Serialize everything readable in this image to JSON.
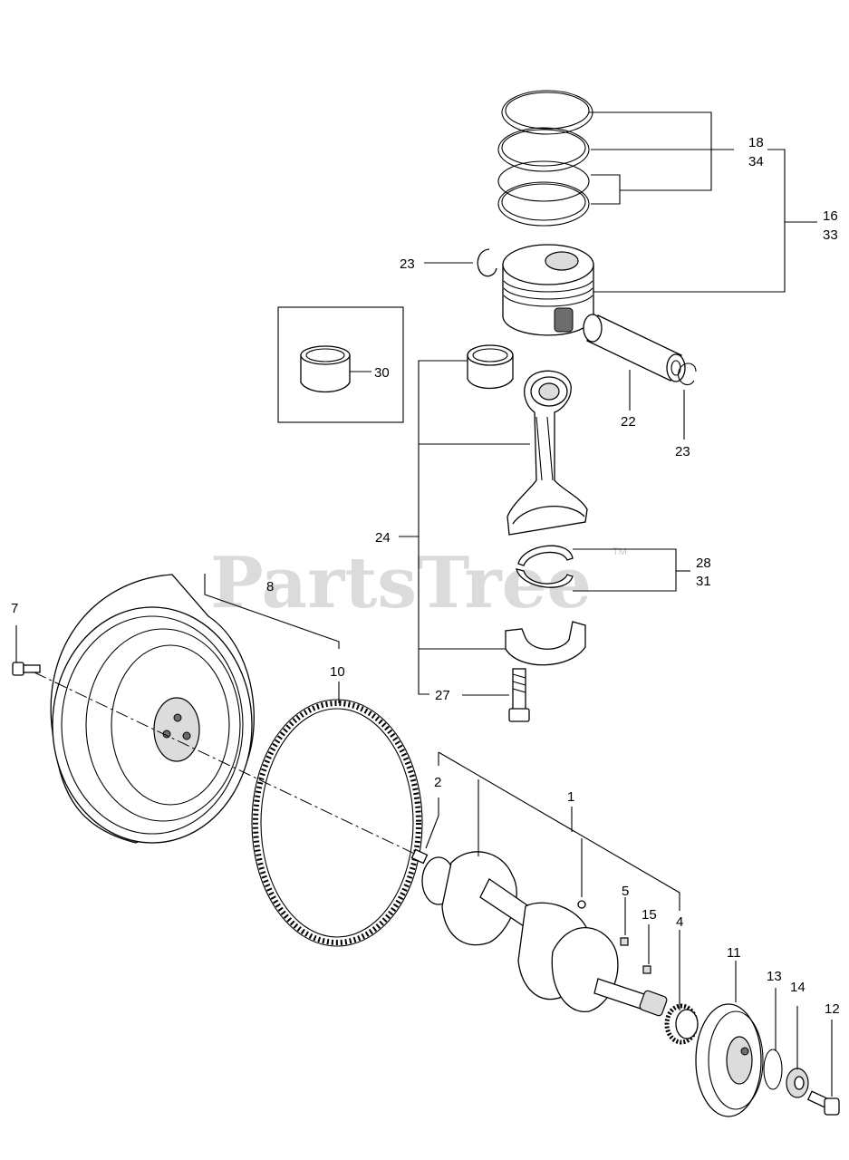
{
  "watermark": {
    "text": "PartsTree",
    "trademark": "TM"
  },
  "callouts": {
    "c1": "1",
    "c2": "2",
    "c4": "4",
    "c5": "5",
    "c7": "7",
    "c8": "8",
    "c10": "10",
    "c11": "11",
    "c12": "12",
    "c13": "13",
    "c14": "14",
    "c15": "15",
    "c16": "16",
    "c33": "33",
    "c18": "18",
    "c34": "34",
    "c22": "22",
    "c23a": "23",
    "c23b": "23",
    "c24": "24",
    "c27": "27",
    "c28": "28",
    "c31": "31",
    "c30": "30"
  },
  "parts": {
    "flywheel": "flywheel-icon",
    "ring_gear": "ring-gear-icon",
    "crankshaft": "crankshaft-icon",
    "pulley": "pulley-icon",
    "piston": "piston-icon",
    "piston_rings": "piston-ring-icon",
    "connecting_rod": "connecting-rod-icon",
    "bearing": "bearing-icon",
    "bolt": "bolt-icon"
  }
}
